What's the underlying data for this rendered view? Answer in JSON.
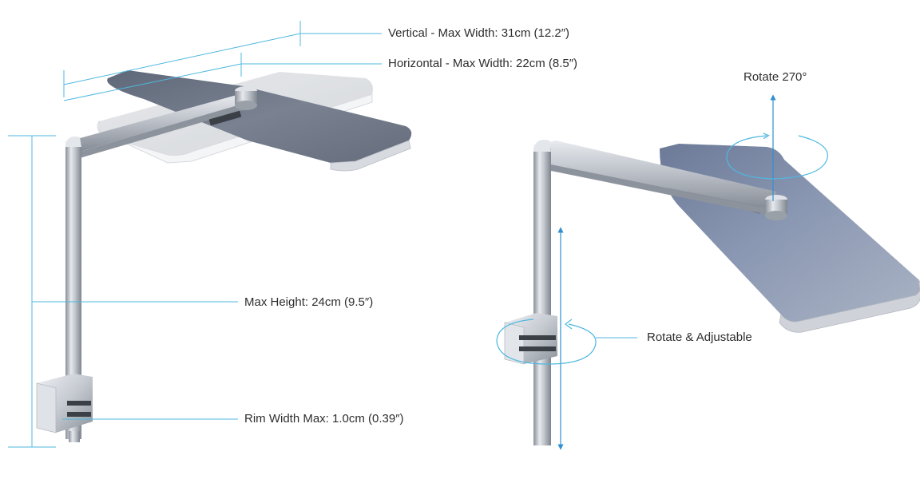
{
  "labels": {
    "vertical_max_width": "Vertical - Max Width: 31cm (12.2″)",
    "horizontal_max_width": "Horizontal - Max Width: 22cm (8.5″)",
    "max_height": "Max Height: 24cm (9.5″)",
    "rim_width_max": "Rim Width Max: 1.0cm (0.39″)",
    "rotate_270": "Rotate 270°",
    "rotate_adjustable": "Rotate & Adjustable"
  },
  "colors": {
    "dimension_line": "#4fb8e0",
    "arrow": "#2f8fd0",
    "metal_light": "#d4d8de",
    "metal_mid": "#aab0b8",
    "metal_dark": "#7d848e",
    "panel_top": "#6f7888",
    "panel_blue": "#7d8ba8",
    "text": "#2e2e2e"
  }
}
